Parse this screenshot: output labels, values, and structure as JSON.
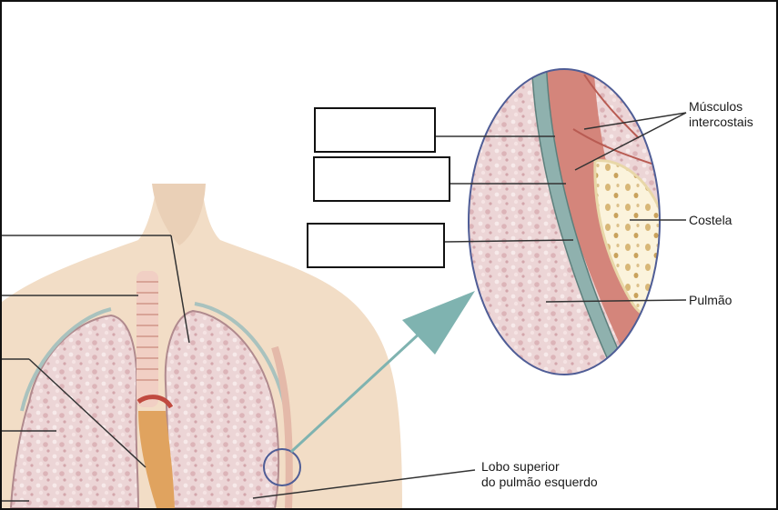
{
  "labels": {
    "musculos_line1": "Músculos",
    "musculos_line2": "intercostais",
    "costela": "Costela",
    "pulmao": "Pulmão",
    "lobo_line1": "Lobo superior",
    "lobo_line2": "do pulmão esquerdo"
  },
  "blank_boxes": [
    "",
    "",
    ""
  ],
  "colors": {
    "skin": "#f2ddc6",
    "lung": "#ead0d2",
    "muscle": "#d9867c",
    "pleura": "#8fb1ae",
    "arrow": "#7fb3b0",
    "leader": "#333333"
  }
}
